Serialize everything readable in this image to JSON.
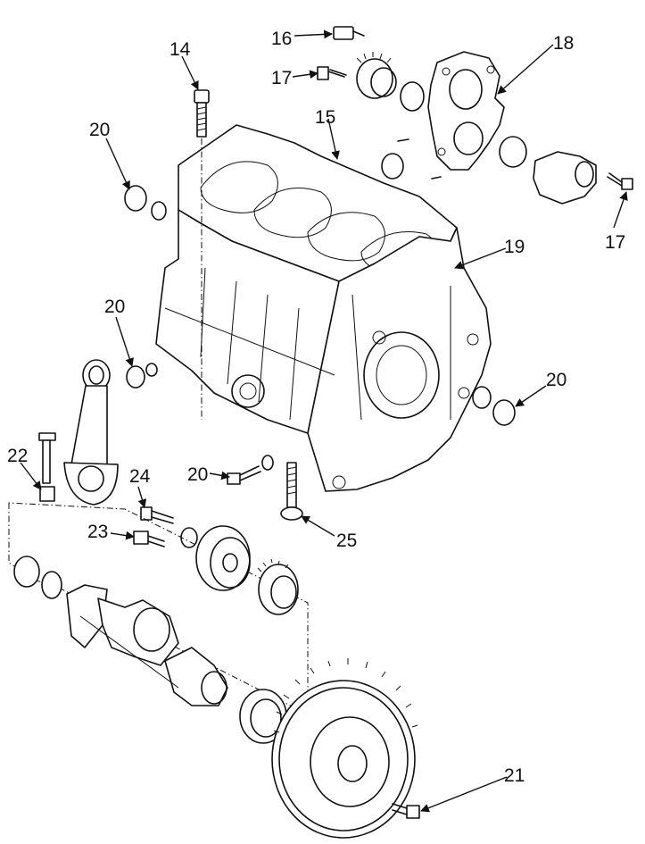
{
  "callouts": {
    "c14": "14",
    "c15": "15",
    "c16": "16",
    "c17a": "17",
    "c17b": "17",
    "c18": "18",
    "c19": "19",
    "c20a": "20",
    "c20b": "20",
    "c20c": "20",
    "c20d": "20",
    "c21": "21",
    "c22": "22",
    "c23": "23",
    "c24": "24",
    "c25": "25"
  }
}
